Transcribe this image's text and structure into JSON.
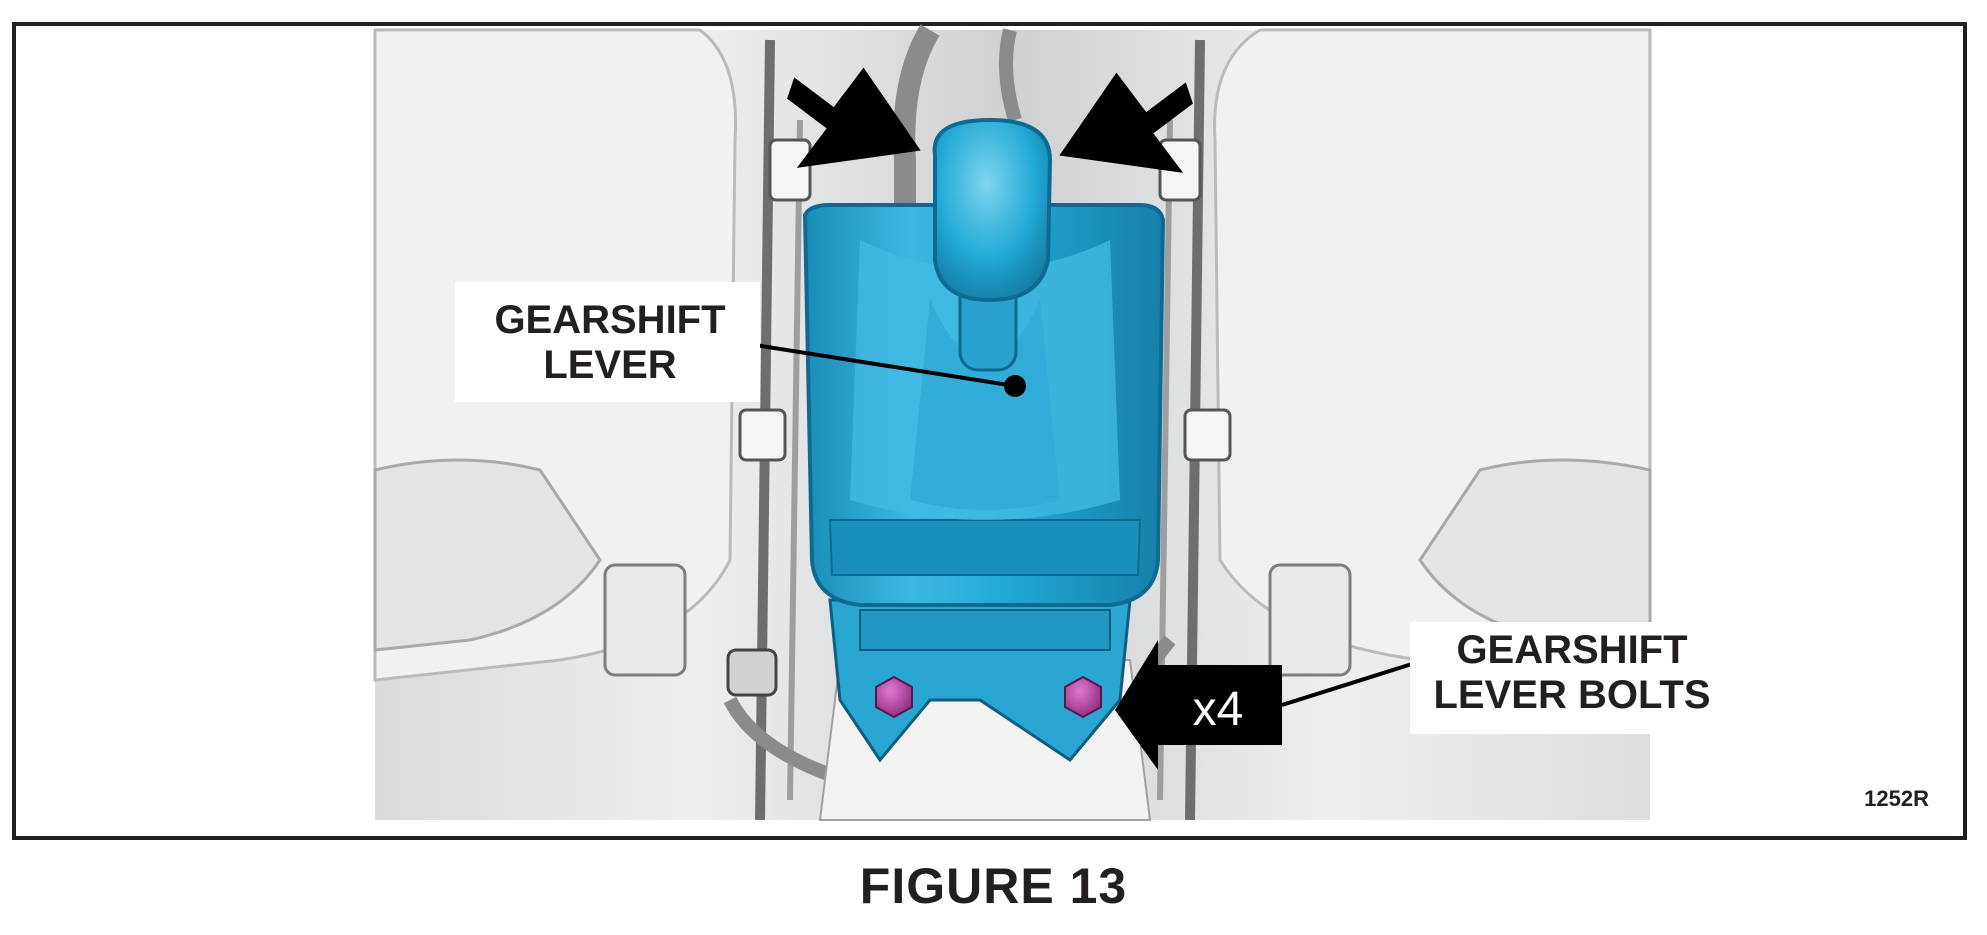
{
  "figure": {
    "caption": "FIGURE 13",
    "figure_id": "1252R"
  },
  "callouts": {
    "gearshift_lever": {
      "line1": "GEARSHIFT",
      "line2": "LEVER"
    },
    "gearshift_lever_bolts": {
      "line1": "GEARSHIFT",
      "line2": "LEVER BOLTS"
    },
    "bolt_quantity": "x4"
  },
  "colors": {
    "frame_border": "#231f20",
    "background_panel": "#e6e7e8",
    "boot_cyan": "#22a9d6",
    "boot_cyan_dark": "#1b8cb8",
    "boot_cyan_light": "#5fc6e8",
    "bolt_magenta": "#b23aa0",
    "arrow_black": "#000000"
  },
  "icons": [
    "arrow-left-down-icon",
    "arrow-right-down-icon",
    "arrow-left-icon"
  ]
}
